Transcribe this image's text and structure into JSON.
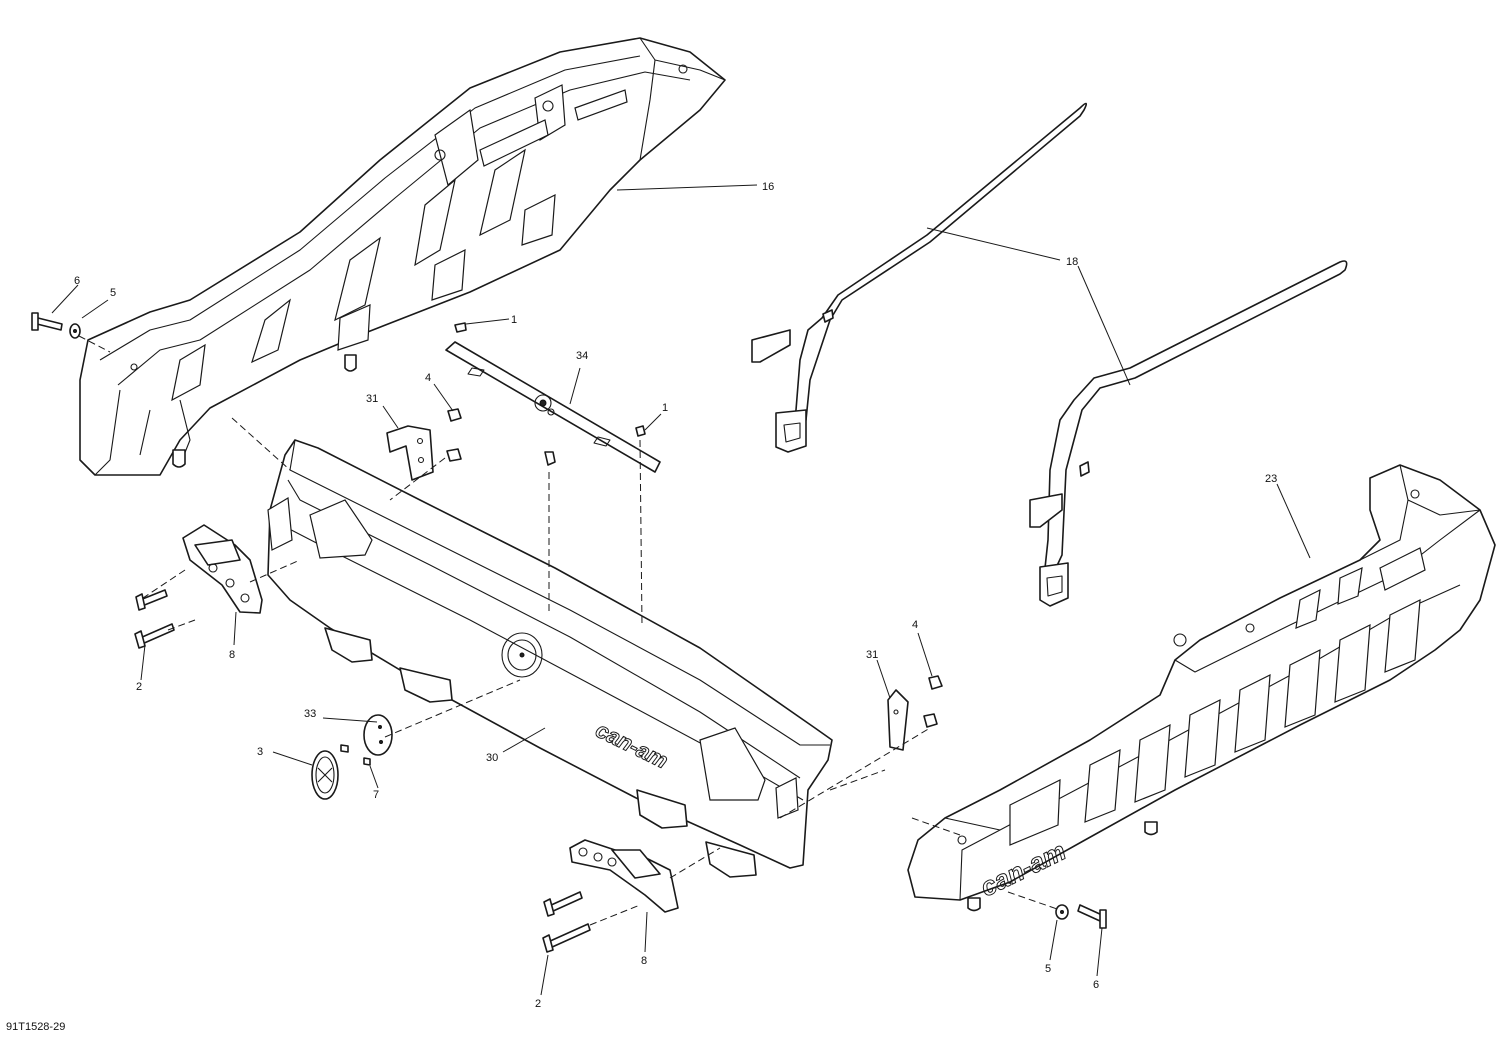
{
  "diagram": {
    "reference_code": "91T1528-29",
    "brand_logo_text": "can-am",
    "callouts": {
      "c16": "16",
      "c18": "18",
      "c6a": "6",
      "c5a": "5",
      "c1a": "1",
      "c34": "34",
      "c4a": "4",
      "c31a": "31",
      "c1b": "1",
      "c23": "23",
      "c8a": "8",
      "c2a": "2",
      "c33": "33",
      "c3": "3",
      "c7": "7",
      "c30": "30",
      "c31b": "31",
      "c4b": "4",
      "c8b": "8",
      "c2b": "2",
      "c5b": "5",
      "c6b": "6"
    }
  }
}
